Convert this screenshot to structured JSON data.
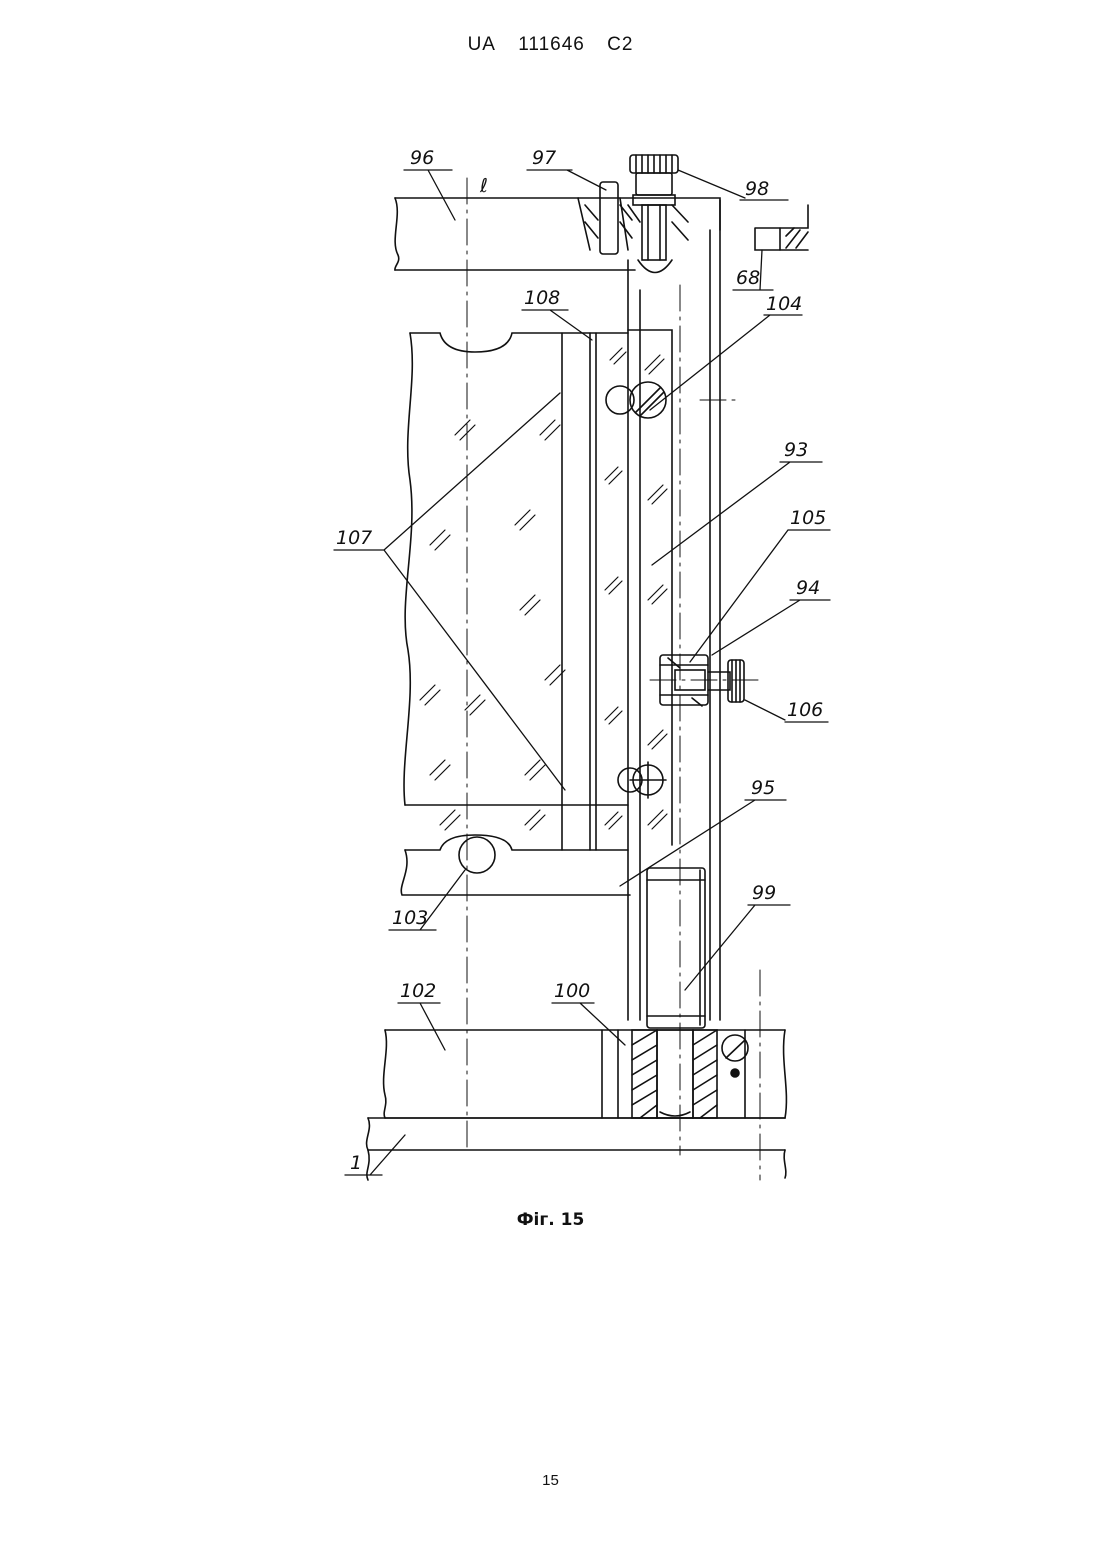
{
  "header": {
    "country": "UA",
    "number": "111646",
    "kind": "C2"
  },
  "figure": {
    "caption": "Фiг. 15",
    "axis_mark": "ℓ",
    "labels": {
      "l96": "96",
      "l97": "97",
      "l98": "98",
      "l68": "68",
      "l108": "108",
      "l104": "104",
      "l93": "93",
      "l105": "105",
      "l107": "107",
      "l94": "94",
      "l106": "106",
      "l95": "95",
      "l99": "99",
      "l103": "103",
      "l102": "102",
      "l100": "100",
      "l1": "1"
    }
  },
  "page": {
    "number": "15"
  }
}
